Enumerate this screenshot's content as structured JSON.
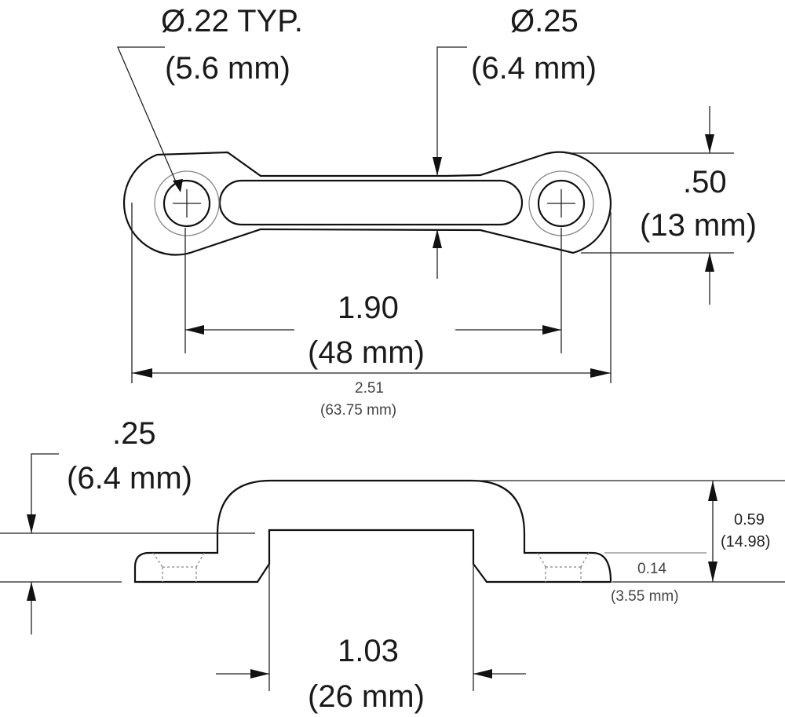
{
  "top_view": {
    "hole_dia": {
      "value": "Ø.22 TYP.",
      "metric": "(5.6 mm)"
    },
    "slot_dia": {
      "value": "Ø.25",
      "metric": "(6.4 mm)"
    },
    "width": {
      "value": ".50",
      "metric": "(13 mm)"
    },
    "hole_spacing": {
      "value": "1.90",
      "metric": "(48 mm)"
    },
    "overall_length": {
      "value": "2.51",
      "metric": "(63.75 mm)"
    }
  },
  "side_view": {
    "tube_dia": {
      "value": ".25",
      "metric": "(6.4 mm)"
    },
    "height": {
      "value": "0.59",
      "metric": "(14.98)"
    },
    "base_thickness": {
      "value": "0.14",
      "metric": "(3.55 mm)"
    },
    "clearance": {
      "value": "1.03",
      "metric": "(26 mm)"
    }
  }
}
